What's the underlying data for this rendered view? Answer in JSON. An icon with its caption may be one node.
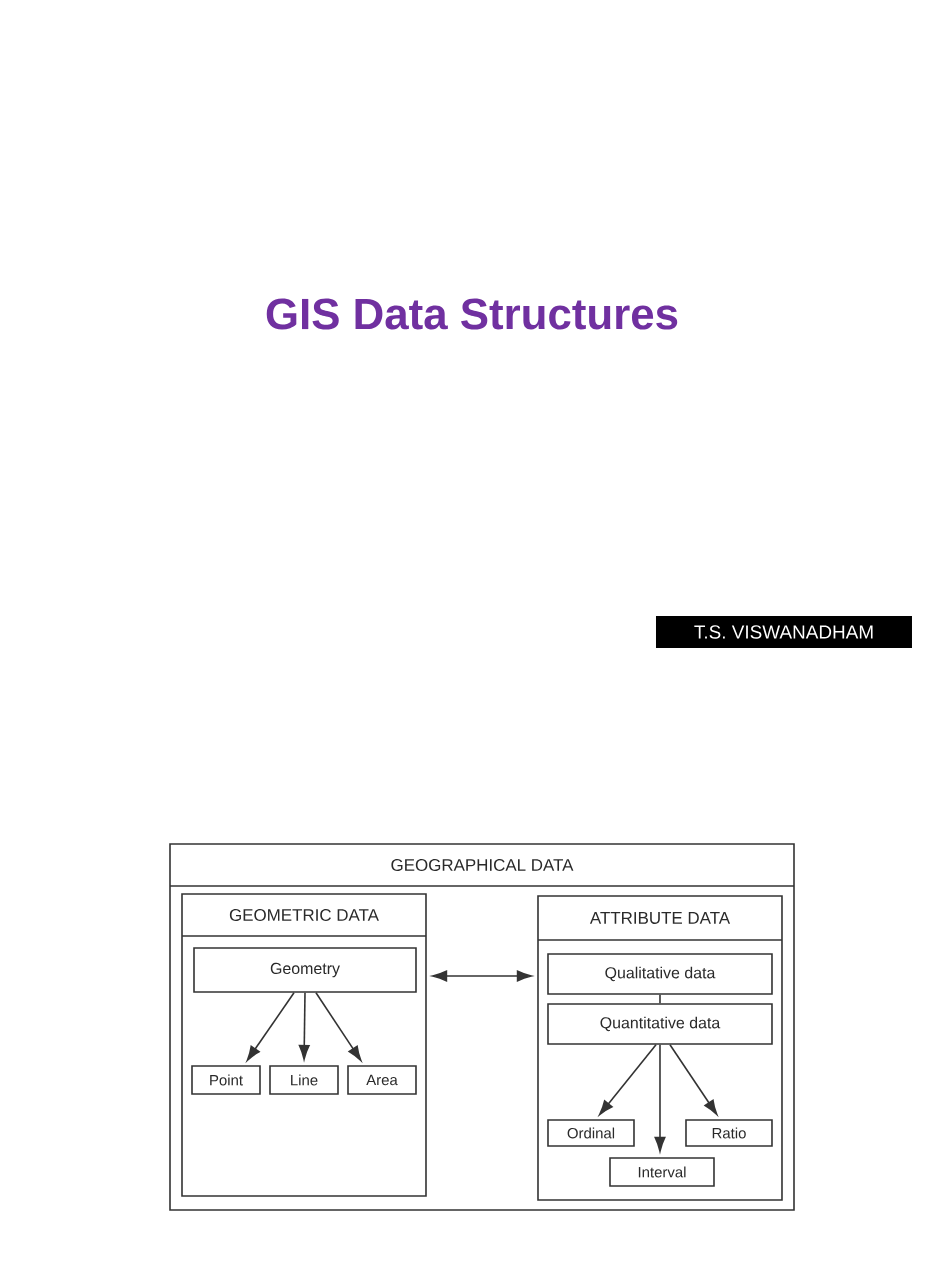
{
  "diagram": {
    "title": "GIS Data Structures",
    "nodes": [
      {
        "text": [
          "T.S. VISWANADHAM"
        ]
      },
      {
        "text": [
          "GEOGRAPHICAL DATA"
        ]
      },
      {
        "text": [
          "GEOMETRIC DATA"
        ],
        "in": 1
      },
      {
        "text": [
          "Geometry"
        ],
        "in": 2
      },
      {
        "text": [
          "Point"
        ],
        "in": 2
      },
      {
        "text": [
          "Line"
        ],
        "in": 2
      },
      {
        "text": [
          "Area"
        ],
        "in": 2
      },
      {
        "text": [
          "ATTRIBUTE DATA"
        ],
        "in": 1
      },
      {
        "text": [
          "Qualitative data"
        ],
        "in": 7
      },
      {
        "text": [
          "Quantitative data"
        ],
        "in": 7
      },
      {
        "text": [
          "Ordinal"
        ],
        "in": 7
      },
      {
        "text": [
          "Ratio"
        ],
        "in": 7
      },
      {
        "text": [
          "Interval"
        ],
        "in": 7
      }
    ],
    "edges": [
      {
        "from": 3,
        "to": 4,
        "arrow": "to"
      },
      {
        "from": 3,
        "to": 5,
        "arrow": "to"
      },
      {
        "from": 3,
        "to": 6,
        "arrow": "to"
      },
      {
        "from": 2,
        "to": 7,
        "arrow": "both"
      },
      {
        "from": 8,
        "to": 9,
        "arrow": "none"
      },
      {
        "from": 9,
        "to": 10,
        "arrow": "to"
      },
      {
        "from": 9,
        "to": 12,
        "arrow": "to"
      },
      {
        "from": 9,
        "to": 11,
        "arrow": "to"
      }
    ]
  }
}
